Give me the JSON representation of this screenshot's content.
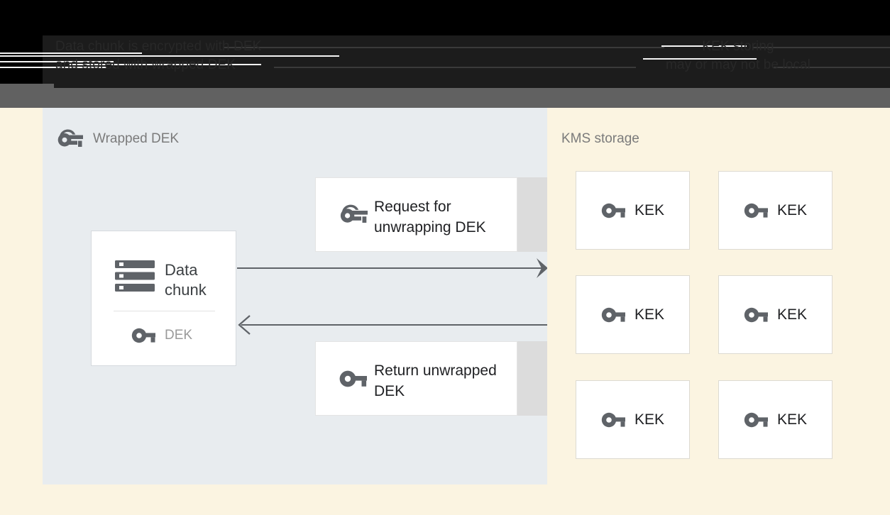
{
  "header": {
    "left_text": "Data chunk is encrypted with DEK\nand stored with wrapped DEK",
    "right_text": "KEK storing\nmay or may not be local"
  },
  "left_panel": {
    "label": "Wrapped DEK",
    "label_icon": "wrapped-key-icon",
    "background_color": "#e8ecef",
    "data_chunk_card": {
      "title": "Data chunk",
      "title_icon": "storage-icon",
      "key_icon": "key-icon",
      "key_label": "DEK"
    },
    "messages": [
      {
        "icon": "wrapped-key-icon",
        "text": "Request for unwrapping DEK"
      },
      {
        "icon": "key-icon",
        "text": "Return unwrapped DEK"
      }
    ],
    "arrows": [
      {
        "name": "request-arrow",
        "direction": "right"
      },
      {
        "name": "return-arrow",
        "direction": "left"
      }
    ]
  },
  "right_panel": {
    "label": "KMS storage",
    "background_color": "#fbf4e1",
    "kek_boxes": [
      {
        "icon": "key-icon",
        "label": "KEK"
      },
      {
        "icon": "key-icon",
        "label": "KEK"
      },
      {
        "icon": "key-icon",
        "label": "KEK"
      },
      {
        "icon": "key-icon",
        "label": "KEK"
      },
      {
        "icon": "key-icon",
        "label": "KEK"
      },
      {
        "icon": "key-icon",
        "label": "KEK"
      }
    ]
  },
  "colors": {
    "panel_grey": "#e8ecef",
    "panel_cream": "#fbf4e1",
    "strip_grey": "#dcdcdc",
    "header_grey_bar": "#616161",
    "icon_grey": "#5f6368",
    "text_dark": "#202124",
    "text_muted": "#9a9a9a"
  }
}
